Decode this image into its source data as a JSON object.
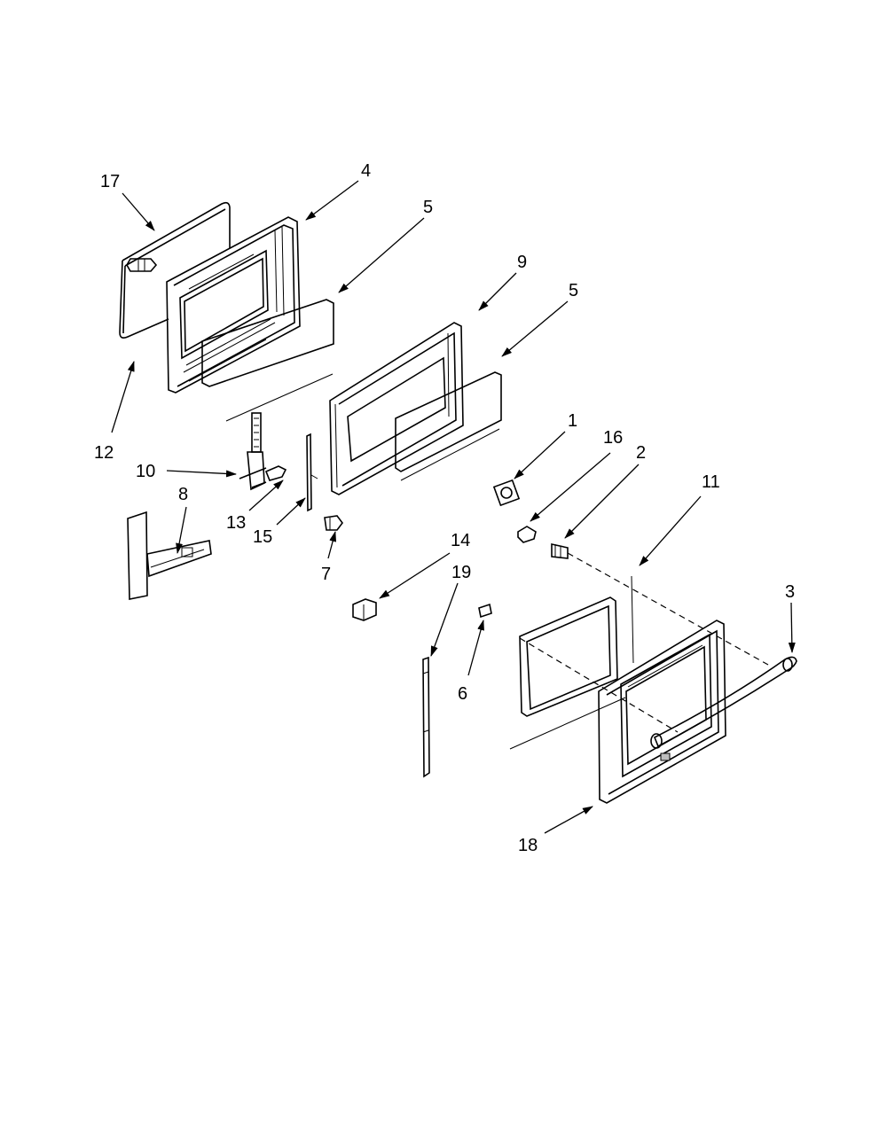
{
  "callouts": [
    {
      "id": "c17",
      "text": "17"
    },
    {
      "id": "c4",
      "text": "4"
    },
    {
      "id": "c5a",
      "text": "5"
    },
    {
      "id": "c9",
      "text": "9"
    },
    {
      "id": "c5b",
      "text": "5"
    },
    {
      "id": "c12",
      "text": "12"
    },
    {
      "id": "c10",
      "text": "10"
    },
    {
      "id": "c8",
      "text": "8"
    },
    {
      "id": "c13",
      "text": "13"
    },
    {
      "id": "c15",
      "text": "15"
    },
    {
      "id": "c7",
      "text": "7"
    },
    {
      "id": "c1",
      "text": "1"
    },
    {
      "id": "c16",
      "text": "16"
    },
    {
      "id": "c2",
      "text": "2"
    },
    {
      "id": "c11",
      "text": "11"
    },
    {
      "id": "c14",
      "text": "14"
    },
    {
      "id": "c19",
      "text": "19"
    },
    {
      "id": "c6",
      "text": "6"
    },
    {
      "id": "c3",
      "text": "3"
    },
    {
      "id": "c18",
      "text": "18"
    }
  ]
}
